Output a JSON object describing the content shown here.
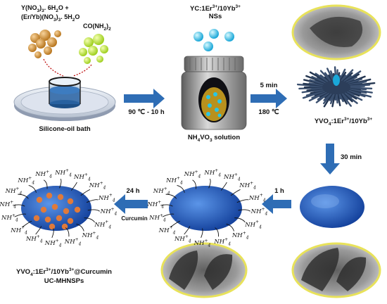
{
  "reagents": {
    "line1_a": "Y(NO",
    "line1_b": ")",
    "line1_c": ". 6H",
    "line1_d": "O +",
    "line2_a": "(Er/Yb)(NO",
    "line2_b": ")",
    "line2_c": ". 5H",
    "line2_d": "O",
    "urea": "CO(NH",
    "urea_end": ")"
  },
  "nanosheets": {
    "line1": "YC:1Er",
    "line1_b": "/10Yb",
    "line2": "NSs"
  },
  "bath_label": "Silicone-oil bath",
  "solution_label": "NH",
  "solution_label_b": "VO",
  "solution_label_c": " solution",
  "arrow1": {
    "top": "",
    "bottom": "90 ℃ - 10 h"
  },
  "arrow2": {
    "top": "5 min",
    "bottom": "180 ℃"
  },
  "arrow3": {
    "side": "30 min"
  },
  "arrow4": {
    "top": "1 h"
  },
  "arrow5": {
    "top": "24 h",
    "bottom": "Curcumin"
  },
  "product1": {
    "a": "YVO",
    "b": ":1Er",
    "c": "/10Yb"
  },
  "final": {
    "line1a": "YVO",
    "line1b": ":1Er",
    "line1c": "/10Yb",
    "line1d": "@Curcumin",
    "line2": "UC-MHNSPs"
  },
  "ammonium": "NH",
  "sup_charge": "3+",
  "sup_plus": "+",
  "sub4": "4",
  "sub3": "3",
  "sub2": "2",
  "colors": {
    "arrow": "#2e6db5",
    "particle_blue": "#1f5bb8",
    "dot": "#e07a3a",
    "tem_ring": "#e8e25a"
  }
}
